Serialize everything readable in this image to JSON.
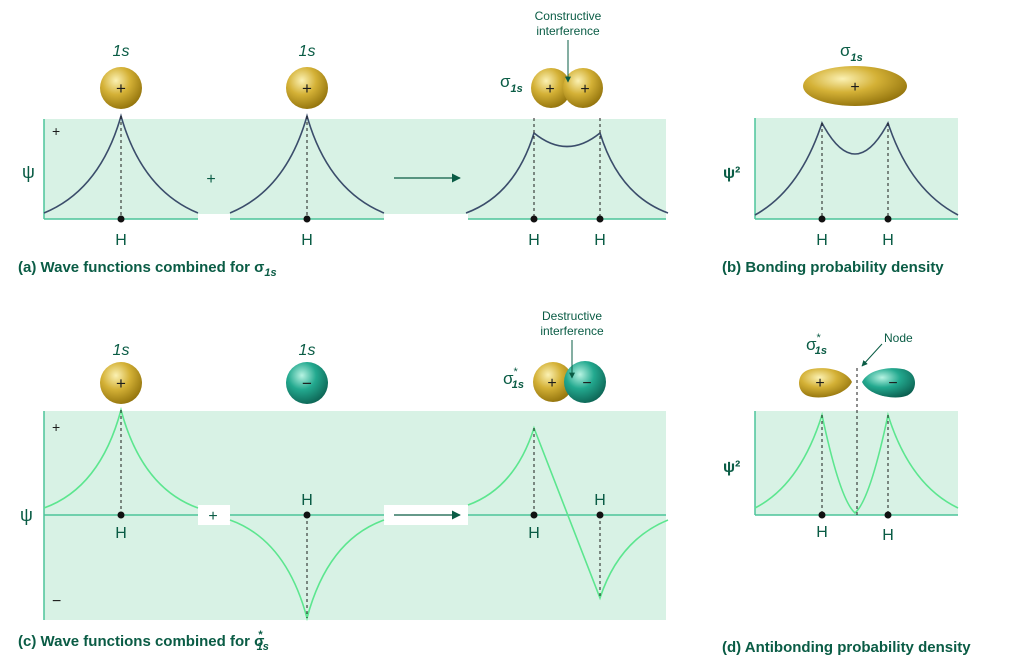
{
  "panels": {
    "a": {
      "caption": "(a) Wave functions combined for σ",
      "caption_sub": "1s",
      "orbital1_label": "1s",
      "orbital2_label": "1s",
      "plus_sign": "+",
      "axis_label": "ψ",
      "axis_plus": "+",
      "h_label_1": "H",
      "h_label_2": "H",
      "h_label_3": "H",
      "h_label_4": "H",
      "result_label": "σ",
      "result_sub": "1s",
      "annotation": [
        "Constructive",
        "interference"
      ]
    },
    "b": {
      "caption": "(b) Bonding probability density",
      "orbital_label": "σ",
      "orbital_sub": "1s",
      "axis_label": "ψ²",
      "h_label_1": "H",
      "h_label_2": "H"
    },
    "c": {
      "caption": "(c) Wave functions combined for σ",
      "caption_sub": "1s",
      "caption_sup": "*",
      "orbital1_label": "1s",
      "orbital2_label": "1s",
      "plus_sign": "+",
      "axis_label": "ψ",
      "axis_plus": "+",
      "axis_minus": "−",
      "h_label_1": "H",
      "h_label_2": "H",
      "h_label_3": "H",
      "h_label_4": "H",
      "result_label": "σ",
      "result_sub": "1s",
      "result_sup": "*",
      "annotation": [
        "Destructive",
        "interference"
      ]
    },
    "d": {
      "caption": "(d) Antibonding probability density",
      "orbital_label": "σ",
      "orbital_sub": "1s",
      "orbital_sup": "*",
      "node_label": "Node",
      "axis_label": "ψ²",
      "h_label_1": "H",
      "h_label_2": "H"
    }
  },
  "signs": {
    "plus": "+",
    "minus": "−"
  },
  "colors": {
    "panel_bg": "#d8f2e5",
    "axis_line": "#4cc49a",
    "curve_bonding": "#3b4d6b",
    "curve_antibonding": "#5ce68f",
    "text": "#0a5c45",
    "gold": "#c9a227",
    "teal": "#1a9e86"
  }
}
